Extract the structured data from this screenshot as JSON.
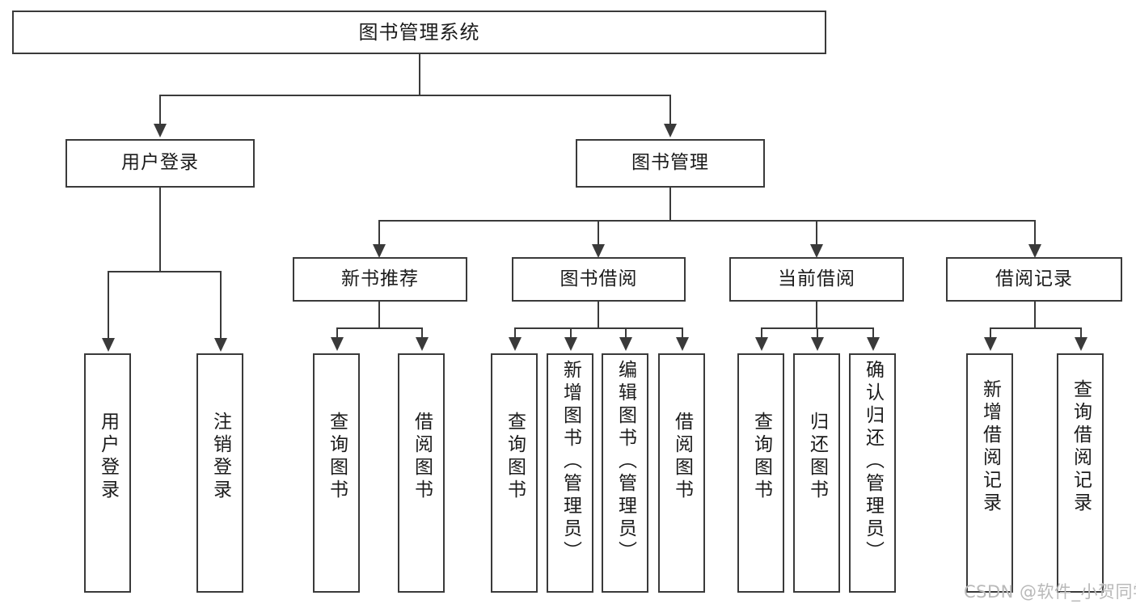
{
  "diagram": {
    "type": "tree-hierarchy",
    "title": "图书管理系统",
    "root": {
      "label": "图书管理系统"
    },
    "level1": [
      {
        "id": "user-login",
        "label": "用户登录"
      },
      {
        "id": "book-manage",
        "label": "图书管理"
      }
    ],
    "level2": [
      {
        "id": "new-book-recommend",
        "label": "新书推荐",
        "parent": "book-manage"
      },
      {
        "id": "book-borrow",
        "label": "图书借阅",
        "parent": "book-manage"
      },
      {
        "id": "current-borrow",
        "label": "当前借阅",
        "parent": "book-manage"
      },
      {
        "id": "borrow-record",
        "label": "借阅记录",
        "parent": "book-manage"
      }
    ],
    "leaves": {
      "user-login": [
        {
          "id": "leaf-user-login",
          "label": "用户登录"
        },
        {
          "id": "leaf-user-logout",
          "label": "注销登录"
        }
      ],
      "new-book-recommend": [
        {
          "id": "leaf-query-book-1",
          "label": "查询图书"
        },
        {
          "id": "leaf-borrow-book-1",
          "label": "借阅图书"
        }
      ],
      "book-borrow": [
        {
          "id": "leaf-query-book-2",
          "label": "查询图书"
        },
        {
          "id": "leaf-add-book",
          "label": "新增图书（管理员）"
        },
        {
          "id": "leaf-edit-book",
          "label": "编辑图书（管理员）"
        },
        {
          "id": "leaf-borrow-book-2",
          "label": "借阅图书"
        }
      ],
      "current-borrow": [
        {
          "id": "leaf-query-book-3",
          "label": "查询图书"
        },
        {
          "id": "leaf-return-book",
          "label": "归还图书"
        },
        {
          "id": "leaf-confirm-return",
          "label": "确认归还（管理员）"
        }
      ],
      "borrow-record": [
        {
          "id": "leaf-add-record",
          "label": "新增借阅记录"
        },
        {
          "id": "leaf-query-record",
          "label": "查询借阅记录"
        }
      ]
    }
  },
  "watermark": {
    "text": "CSDN @软件_小贺同学"
  },
  "colors": {
    "stroke": "#3a3a3a",
    "fill": "#ffffff",
    "text": "#1b1b1b",
    "watermark": "#b9b9b9"
  }
}
